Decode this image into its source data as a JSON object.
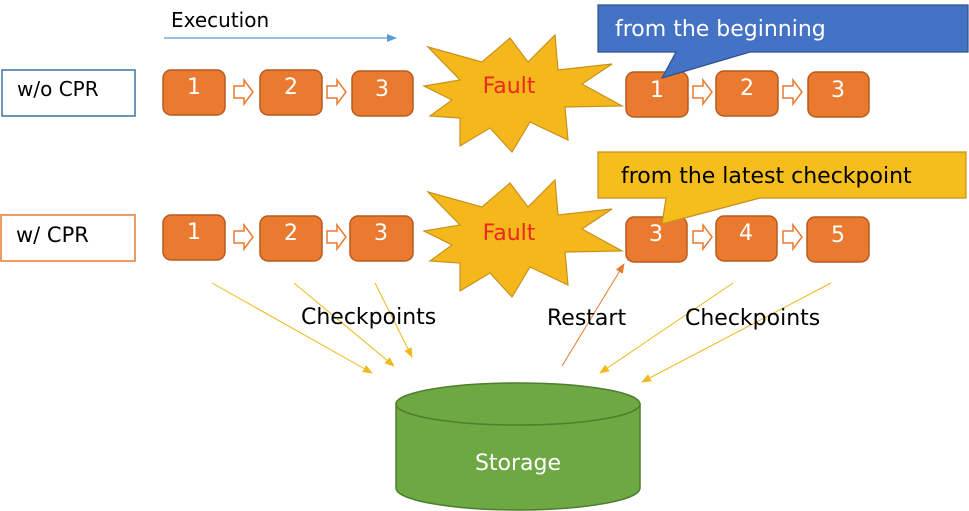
{
  "header": {
    "execution_label": "Execution"
  },
  "rows": {
    "without": {
      "label": "w/o CPR",
      "before_steps": [
        "1",
        "2",
        "3"
      ],
      "fault_label": "Fault",
      "after_steps": [
        "1",
        "2",
        "3"
      ],
      "callout": "from the beginning"
    },
    "with": {
      "label": "w/ CPR",
      "before_steps": [
        "1",
        "2",
        "3"
      ],
      "fault_label": "Fault",
      "after_steps": [
        "3",
        "4",
        "5"
      ],
      "callout": "from the latest checkpoint"
    }
  },
  "annotations": {
    "checkpoints_left": "Checkpoints",
    "restart": "Restart",
    "checkpoints_right": "Checkpoints"
  },
  "storage": {
    "label": "Storage"
  },
  "colors": {
    "step_fill": "#E97A2F",
    "step_stroke": "#B85A1E",
    "fault_fill": "#F5B81C",
    "fault_text": "#E8291C",
    "callout_blue": "#4472C4",
    "callout_yellow": "#F5BE1C",
    "storage_fill": "#6EA843",
    "storage_stroke": "#4E7E2E",
    "arrow_yellow": "#F0B81C",
    "arrow_orange": "#E97A2F",
    "arrow_blue": "#5B9BD5"
  }
}
